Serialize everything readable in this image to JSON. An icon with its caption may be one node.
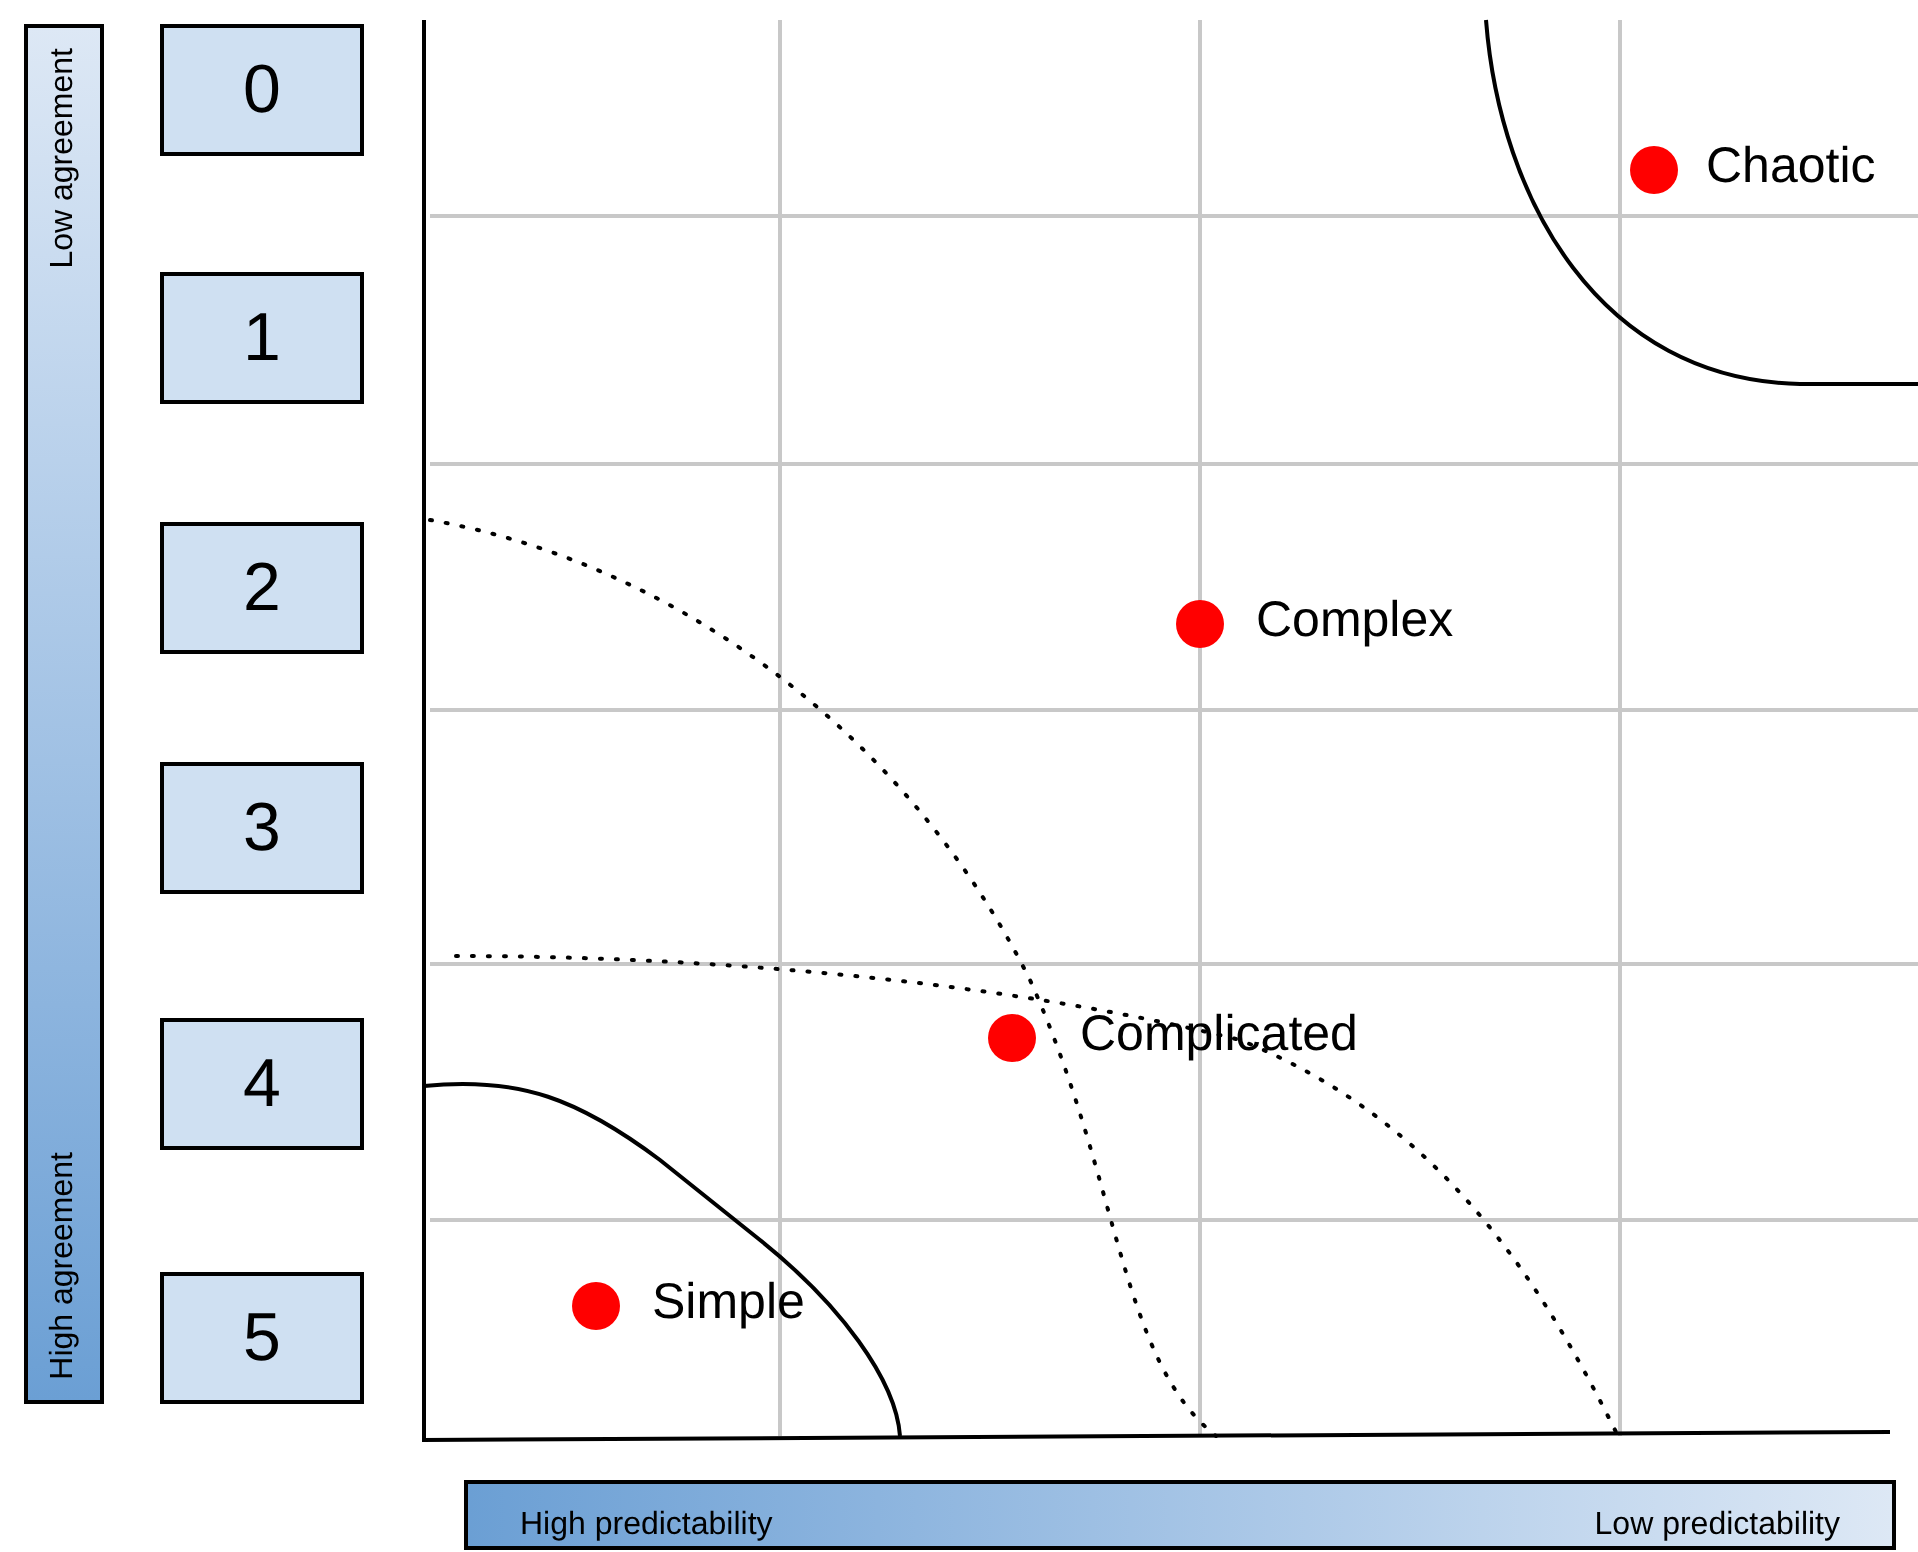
{
  "diagram": {
    "nodes": [
      {
        "text": [
          "0"
        ]
      },
      {
        "text": [
          "1"
        ]
      },
      {
        "text": [
          "2"
        ]
      },
      {
        "text": [
          "3"
        ]
      },
      {
        "text": [
          "4"
        ]
      },
      {
        "text": [
          "5"
        ]
      },
      {
        "text": [
          "Low agreement",
          "High agreement"
        ]
      },
      {
        "text": [
          "High predictability",
          "Low predictability"
        ]
      }
    ],
    "edges": [],
    "labels": [
      "Chaotic",
      "Complex",
      "Complicated",
      "Simple"
    ]
  }
}
